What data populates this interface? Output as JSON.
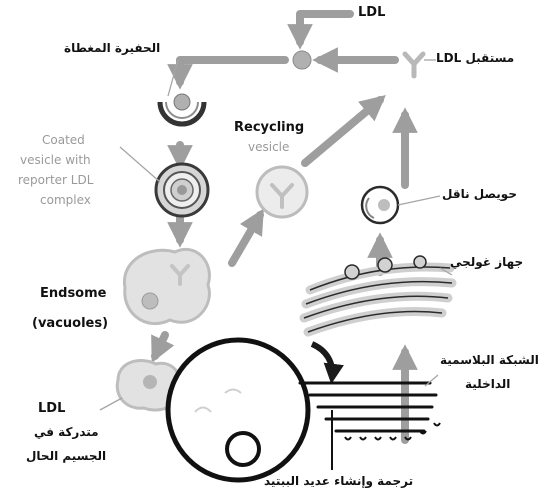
{
  "labels": {
    "ldl_top": "LDL",
    "receptor": "مستقبل LDL",
    "coated_pit": "الحفيرة المغطاة",
    "coated_vesicle_l1": "Coated",
    "coated_vesicle_l2": "vesicle  with",
    "coated_vesicle_l3": "reporter LDL",
    "coated_vesicle_l4": "complex",
    "recycling": "Recycling",
    "recycling_vesicle": "vesicle",
    "transport_vesicle": "حويصل ناقل",
    "golgi": "جهاز غولجي",
    "endosome": "Endsome",
    "vacuoles": "(vacuoles)",
    "er_l1": "الشبكة البلاسمية",
    "er_l2": "الداخلية",
    "ldl_bottom": "LDL",
    "lysosome_l1": "متدركة في",
    "lysosome_l2": "الجسيم الحال",
    "translation": "ترجمة وإنشاء عديد الببتيد"
  },
  "colors": {
    "arrow": "#9e9e9e",
    "structure": "#1a1a1a",
    "vesicle_fill": "#e4e4e4",
    "ldl_particle": "#b0b0b0",
    "label_dark": "#111111",
    "label_gray": "#9a9a9a"
  }
}
